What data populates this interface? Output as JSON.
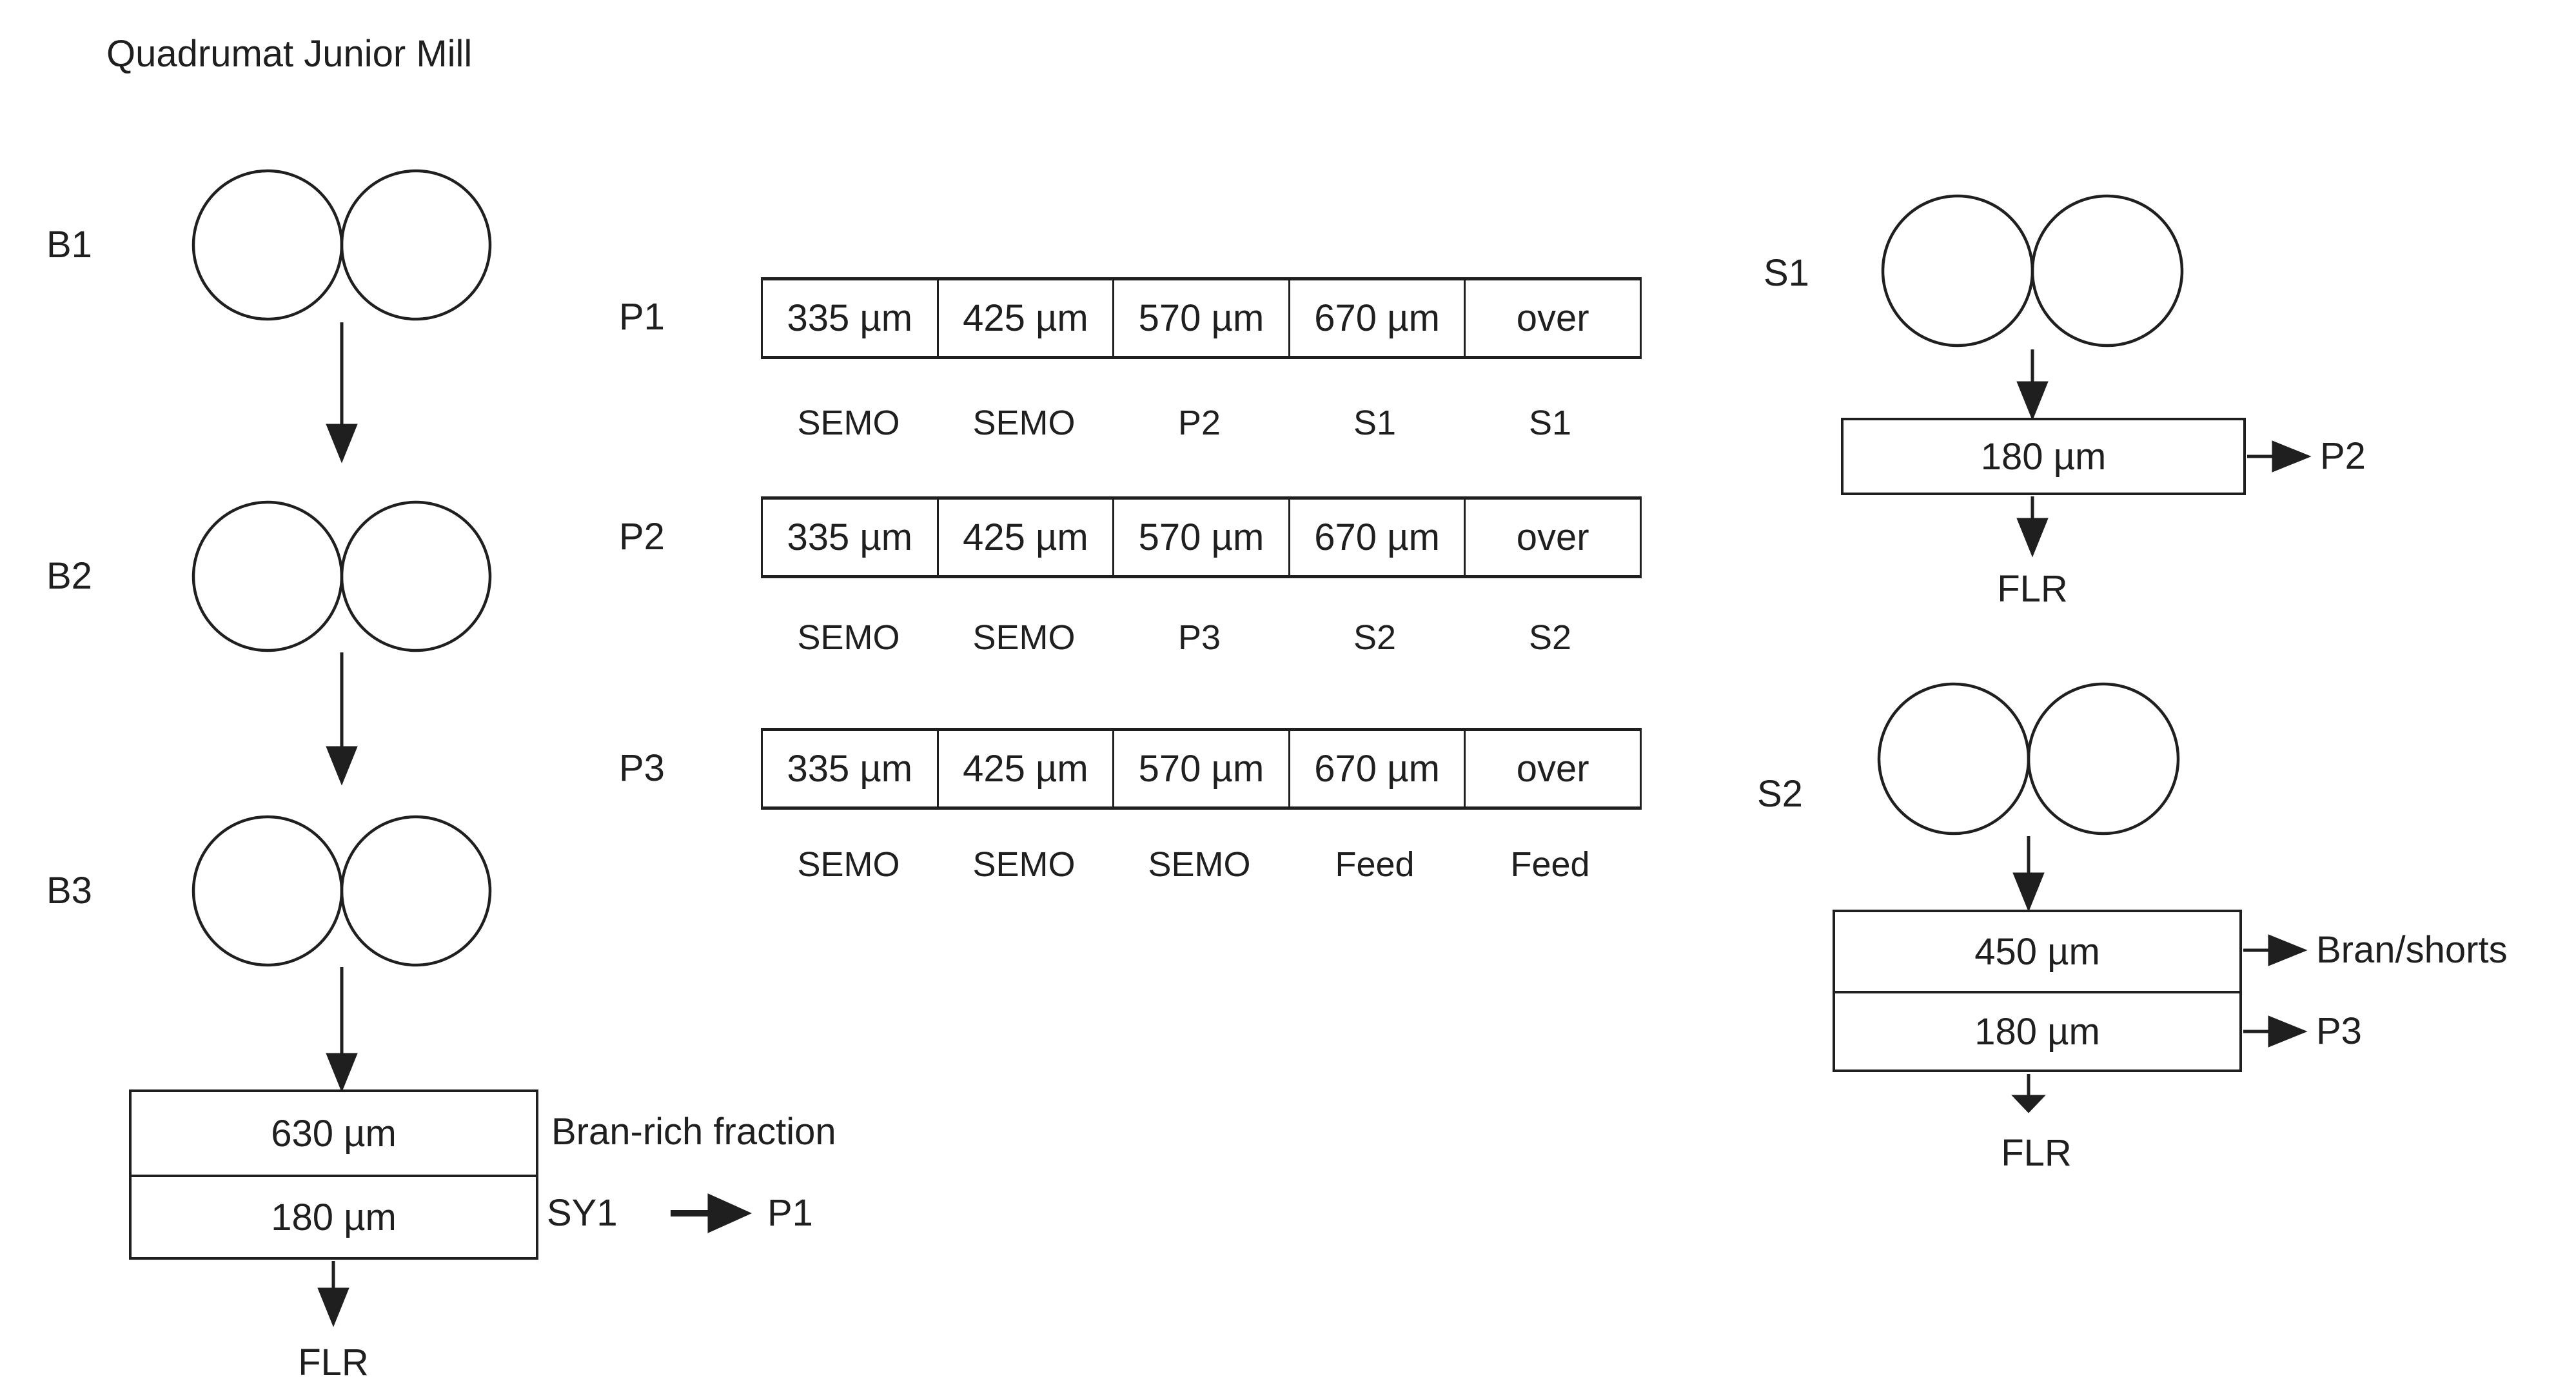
{
  "title": "Quadrumat Junior Mill",
  "colors": {
    "ink": "#1f1f1f",
    "background": "#ffffff"
  },
  "break_section": {
    "rolls": [
      {
        "label": "B1"
      },
      {
        "label": "B2"
      },
      {
        "label": "B3"
      }
    ],
    "sifter": {
      "meshes": [
        "630 µm",
        "180 µm"
      ],
      "bran_note": "Bran-rich fraction",
      "stream_note_from": "SY1",
      "stream_note_to": "P1",
      "output": "FLR"
    }
  },
  "plansifters": [
    {
      "label": "P1",
      "cells": [
        "335 µm",
        "425 µm",
        "570 µm",
        "670 µm",
        "over"
      ],
      "destinations": [
        "SEMO",
        "SEMO",
        "P2",
        "S1",
        "S1"
      ]
    },
    {
      "label": "P2",
      "cells": [
        "335 µm",
        "425 µm",
        "570 µm",
        "670 µm",
        "over"
      ],
      "destinations": [
        "SEMO",
        "SEMO",
        "P3",
        "S2",
        "S2"
      ]
    },
    {
      "label": "P3",
      "cells": [
        "335 µm",
        "425 µm",
        "570 µm",
        "670 µm",
        "over"
      ],
      "destinations": [
        "SEMO",
        "SEMO",
        "SEMO",
        "Feed",
        "Feed"
      ]
    }
  ],
  "sizing": [
    {
      "label": "S1",
      "sifter": {
        "rows": [
          {
            "mesh": "180 µm",
            "tail": "P2"
          }
        ],
        "output": "FLR"
      }
    },
    {
      "label": "S2",
      "sifter": {
        "rows": [
          {
            "mesh": "450 µm",
            "tail": "Bran/shorts"
          },
          {
            "mesh": "180 µm",
            "tail": "P3"
          }
        ],
        "output": "FLR"
      }
    }
  ]
}
